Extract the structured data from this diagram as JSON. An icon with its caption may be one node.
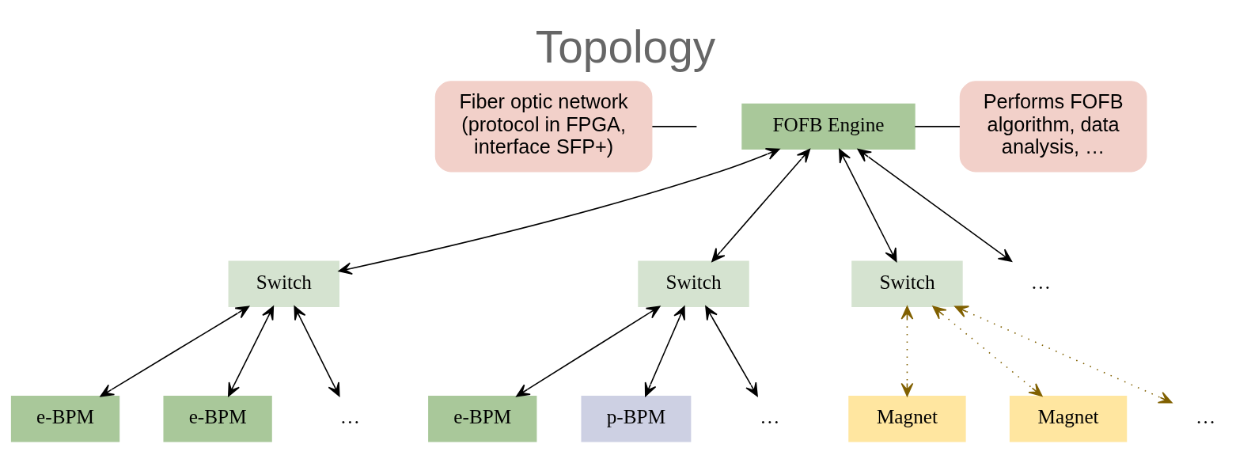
{
  "diagram": {
    "title": "Topology",
    "nodes": [
      {
        "text": [
          "Fiber optic network (protocol in FPGA, interface SFP+)"
        ]
      },
      {
        "text": [
          "FOFB Engine"
        ]
      },
      {
        "text": [
          "Performs FOFB algorithm, data analysis, …"
        ]
      },
      {
        "text": [
          "Switch"
        ]
      },
      {
        "text": [
          "Switch"
        ]
      },
      {
        "text": [
          "Switch"
        ]
      },
      {
        "text": [
          "…"
        ]
      },
      {
        "text": [
          "e-BPM"
        ]
      },
      {
        "text": [
          "e-BPM"
        ]
      },
      {
        "text": [
          "…"
        ]
      },
      {
        "text": [
          "e-BPM"
        ]
      },
      {
        "text": [
          "p-BPM"
        ]
      },
      {
        "text": [
          "…"
        ]
      },
      {
        "text": [
          "Magnet"
        ]
      },
      {
        "text": [
          "Magnet"
        ]
      },
      {
        "text": [
          "…"
        ]
      }
    ],
    "edges": [
      {
        "from": 0,
        "to": null,
        "arrow": "none"
      },
      {
        "from": 2,
        "to": 1,
        "arrow": "none"
      },
      {
        "from": 1,
        "to": 3,
        "arrow": "both"
      },
      {
        "from": 1,
        "to": 4,
        "arrow": "both"
      },
      {
        "from": 1,
        "to": 5,
        "arrow": "both"
      },
      {
        "from": 1,
        "to": 6,
        "arrow": "both"
      },
      {
        "from": 3,
        "to": 7,
        "arrow": "both"
      },
      {
        "from": 3,
        "to": 8,
        "arrow": "both"
      },
      {
        "from": 3,
        "to": 9,
        "arrow": "both"
      },
      {
        "from": 4,
        "to": 10,
        "arrow": "both"
      },
      {
        "from": 4,
        "to": 11,
        "arrow": "both"
      },
      {
        "from": 4,
        "to": 12,
        "arrow": "both"
      },
      {
        "from": 5,
        "to": 13,
        "arrow": "both",
        "style": "dashed",
        "color": "#806000"
      },
      {
        "from": 5,
        "to": 14,
        "arrow": "both",
        "style": "dashed",
        "color": "#806000"
      },
      {
        "from": 5,
        "to": 15,
        "arrow": "both",
        "style": "dashed",
        "color": "#806000"
      }
    ]
  }
}
